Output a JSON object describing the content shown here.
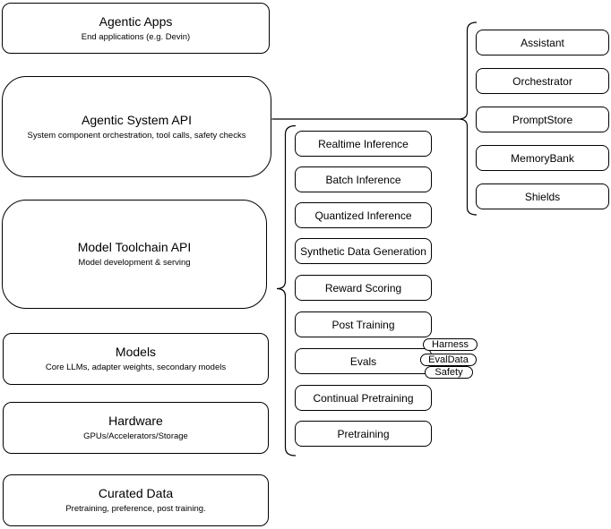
{
  "colors": {
    "stroke": "#000000",
    "fill": "#ffffff",
    "text": "#000000",
    "canvas": "#ffffff"
  },
  "left_stack": [
    {
      "title": "Agentic Apps",
      "subtitle": "End applications (e.g. Devin)"
    },
    {
      "title": "Agentic System API",
      "subtitle": "System component orchestration, tool calls, safety checks"
    },
    {
      "title": "Model Toolchain API",
      "subtitle": "Model development & serving"
    },
    {
      "title": "Models",
      "subtitle": "Core LLMs, adapter weights, secondary models"
    },
    {
      "title": "Hardware",
      "subtitle": "GPUs/Accelerators/Storage"
    },
    {
      "title": "Curated Data",
      "subtitle": "Pretraining, preference, post training."
    }
  ],
  "toolchain_services": [
    "Realtime Inference",
    "Batch Inference",
    "Quantized Inference",
    "Synthetic Data Generation",
    "Reward Scoring",
    "Post Training",
    "Evals",
    "Continual Pretraining",
    "Pretraining"
  ],
  "eval_tags": [
    "Harness",
    "EvalData",
    "Safety"
  ],
  "system_components": [
    "Assistant",
    "Orchestrator",
    "PromptStore",
    "MemoryBank",
    "Shields"
  ]
}
